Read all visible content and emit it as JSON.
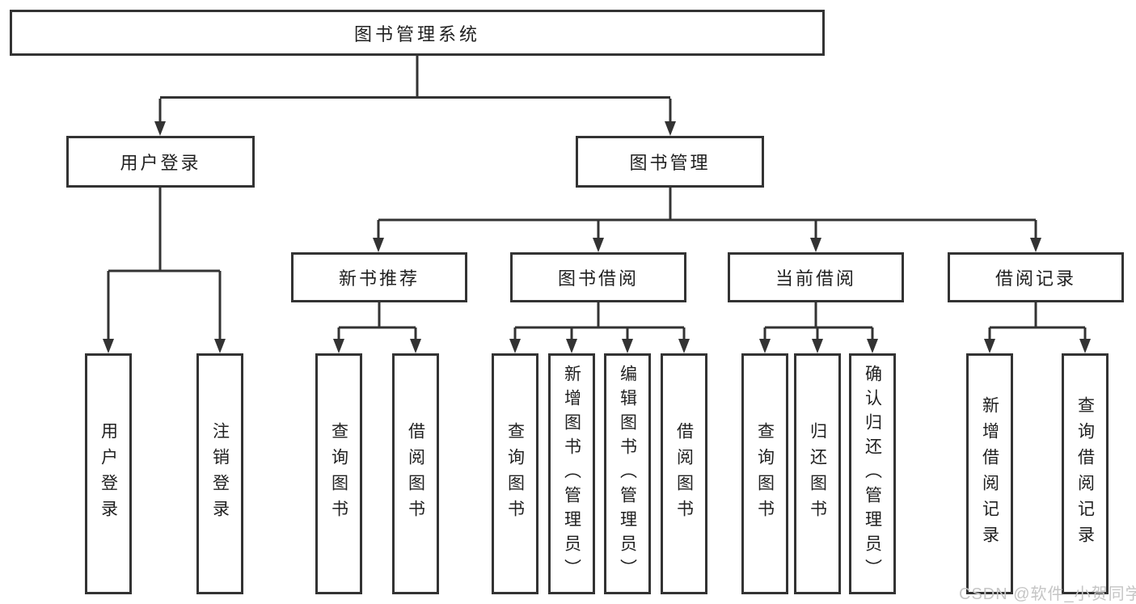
{
  "diagram": {
    "title": "图书管理系统",
    "nodes": {
      "root": "图书管理系统",
      "user_login": "用户登录",
      "book_management": "图书管理",
      "new_book_recommend": "新书推荐",
      "book_borrow": "图书借阅",
      "current_borrow": "当前借阅",
      "borrow_records": "借阅记录",
      "leaves": {
        "user": [
          "用户登录",
          "注销登录"
        ],
        "recommend": [
          "查询图书",
          "借阅图书"
        ],
        "borrow": [
          "查询图书",
          "新增图书（管理员）",
          "编辑图书（管理员）",
          "借阅图书"
        ],
        "current": [
          "查询图书",
          "归还图书",
          "确认归还（管理员）"
        ],
        "records": [
          "新增借阅记录",
          "查询借阅记录"
        ]
      }
    }
  },
  "watermark": {
    "text": "CSDN @软件_小贺同学"
  },
  "colors": {
    "line": "#333333",
    "border": "#333333",
    "text": "#212121",
    "watermark": "#c5c5c5",
    "background": "#ffffff"
  }
}
